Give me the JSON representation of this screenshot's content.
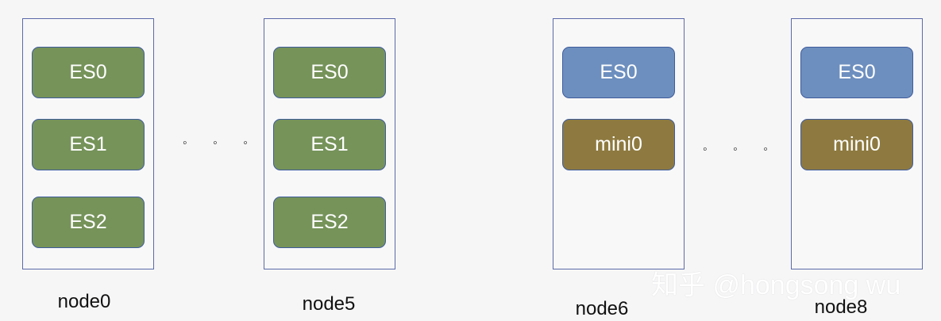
{
  "nodes": [
    {
      "label": "node0",
      "blocks": [
        "ES0",
        "ES1",
        "ES2"
      ]
    },
    {
      "label": "node5",
      "blocks": [
        "ES0",
        "ES1",
        "ES2"
      ]
    },
    {
      "label": "node6",
      "blocks": [
        "ES0",
        "mini0"
      ]
    },
    {
      "label": "node8",
      "blocks": [
        "ES0",
        "mini0"
      ]
    }
  ],
  "ellipsis": "◦ ◦ ◦",
  "watermark": "知乎 @hongsong wu",
  "colors": {
    "es_group1": "#76935a",
    "es_group2": "#6d8fbf",
    "mini": "#8e7a40",
    "border": "#5b6aa8"
  }
}
